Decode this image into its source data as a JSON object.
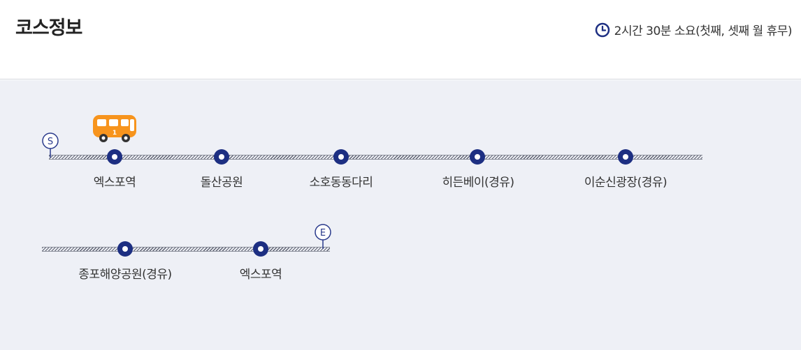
{
  "header": {
    "title": "코스정보",
    "duration": "2시간 30분 소요(첫째, 셋째 월 휴무)"
  },
  "course": {
    "start_marker": "S",
    "end_marker": "E",
    "bus_number": "1",
    "stops": [
      "엑스포역",
      "돌산공원",
      "소호동동다리",
      "히든베이(경유)",
      "이순신광장(경유)",
      "종포해양공원(경유)",
      "엑스포역"
    ]
  },
  "colors": {
    "accent": "#1d2f82",
    "bus": "#f7941d",
    "background": "#eef0f6"
  }
}
